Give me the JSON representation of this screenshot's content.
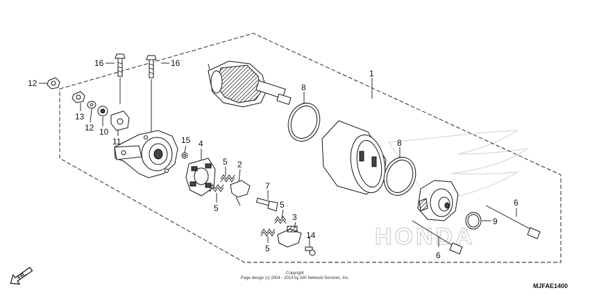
{
  "diagram": {
    "callouts": [
      {
        "id": "c1",
        "label": "1"
      },
      {
        "id": "c2",
        "label": "2"
      },
      {
        "id": "c3",
        "label": "3"
      },
      {
        "id": "c4",
        "label": "4"
      },
      {
        "id": "c5a",
        "label": "5"
      },
      {
        "id": "c5b",
        "label": "5"
      },
      {
        "id": "c5c",
        "label": "5"
      },
      {
        "id": "c5d",
        "label": "5"
      },
      {
        "id": "c6a",
        "label": "6"
      },
      {
        "id": "c6b",
        "label": "6"
      },
      {
        "id": "c7",
        "label": "7"
      },
      {
        "id": "c8a",
        "label": "8"
      },
      {
        "id": "c8b",
        "label": "8"
      },
      {
        "id": "c9",
        "label": "9"
      },
      {
        "id": "c10",
        "label": "10"
      },
      {
        "id": "c11",
        "label": "11"
      },
      {
        "id": "c12a",
        "label": "12"
      },
      {
        "id": "c12b",
        "label": "12"
      },
      {
        "id": "c13",
        "label": "13"
      },
      {
        "id": "c14",
        "label": "14"
      },
      {
        "id": "c15",
        "label": "15"
      },
      {
        "id": "c16a",
        "label": "16"
      },
      {
        "id": "c16b",
        "label": "16"
      }
    ],
    "direction_label": "FR.",
    "copyright_line1": "Copyright",
    "copyright_line2": "Page design (c) 2004 - 2014 by ARI Network Services, Inc.",
    "diagram_code": "MJFAE1400",
    "watermark_text": "HONDA"
  }
}
